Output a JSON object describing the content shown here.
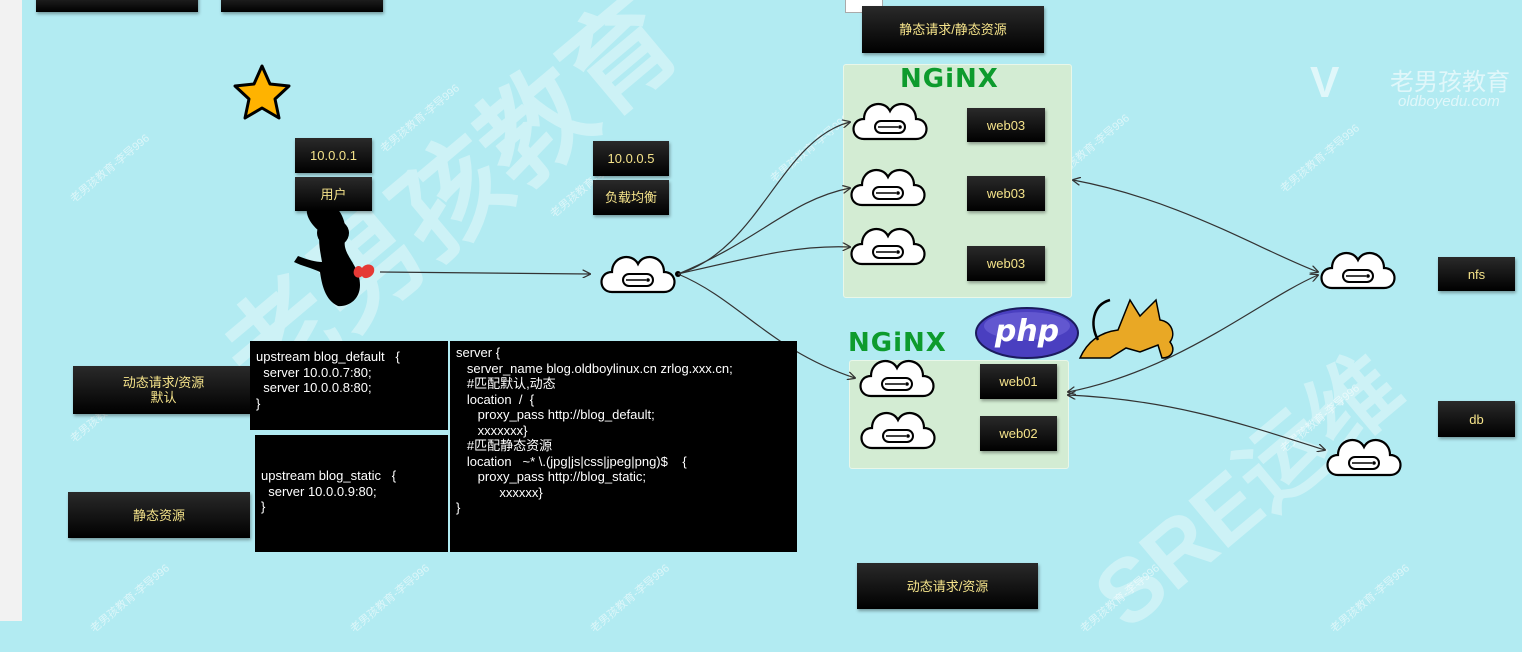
{
  "top_labels": [
    "静态请求/静态资源",
    "动态请求/资源"
  ],
  "user": {
    "ip": "10.0.0.1",
    "label": "用户"
  },
  "lb": {
    "ip": "10.0.0.5",
    "label": "负载均衡"
  },
  "static_group": {
    "logo": "NGiNX",
    "servers": [
      "web03",
      "web03",
      "web03"
    ]
  },
  "dynamic_group": {
    "logo": "NGiNX",
    "servers": [
      "web01",
      "web02"
    ],
    "php_logo": "php"
  },
  "storage": {
    "nfs": "nfs",
    "db": "db"
  },
  "side_labels": {
    "dynamic_default": "动态请求/资源\n默认",
    "static": "静态资源"
  },
  "code": {
    "upstream_default": "upstream blog_default   {\n  server 10.0.0.7:80;\n  server 10.0.0.8:80;\n}",
    "upstream_static": "upstream blog_static   {\n  server 10.0.0.9:80;\n}",
    "server_block": "server {\n   server_name blog.oldboylinux.cn zrlog.xxx.cn;\n   #匹配默认,动态\n   location  /  {\n      proxy_pass http://blog_default;\n      xxxxxxx}\n   #匹配静态资源\n   location   ~* \\.(jpg|js|css|jpeg|png)$    {\n      proxy_pass http://blog_static;\n            xxxxxx}\n}"
  },
  "watermarks": {
    "big": "老男孩教育",
    "sre": "SRE运维",
    "brand_cn": "老男孩教育",
    "brand_en": "oldboyedu.com",
    "small": "老男孩教育-李导996"
  }
}
